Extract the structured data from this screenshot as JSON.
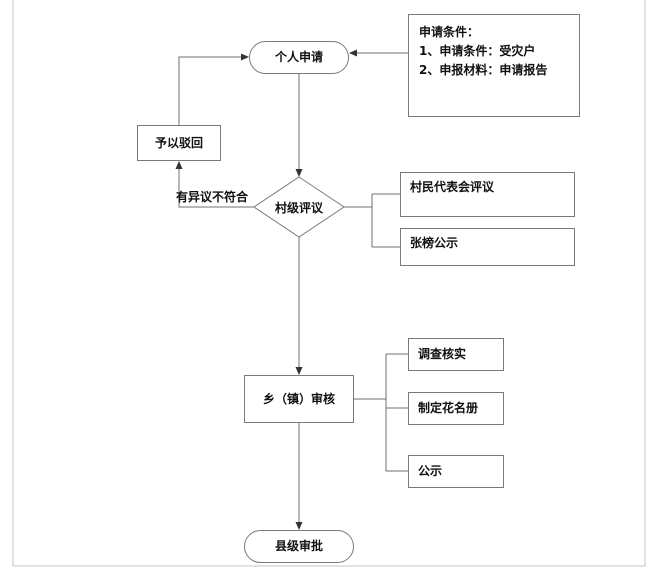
{
  "nodes": {
    "personal_application": "个人申请",
    "conditions": {
      "title": "申请条件：",
      "item1": "1、申请条件：受灾户",
      "item2": "2、申报材料：申请报告"
    },
    "reject": "予以驳回",
    "village_review": "村级评议",
    "objection_label": "有异议不符合",
    "villager_meeting": "村民代表会评议",
    "posting_notice": "张榜公示",
    "township_audit": "乡（镇）审核",
    "investigation": "调查核实",
    "roster": "制定花名册",
    "notice": "公示",
    "county_approval": "县级审批"
  },
  "colors": {
    "line": "#6f6f6f",
    "border": "#7a7a7a",
    "frame": "#c4c4c4",
    "text": "#111111"
  }
}
